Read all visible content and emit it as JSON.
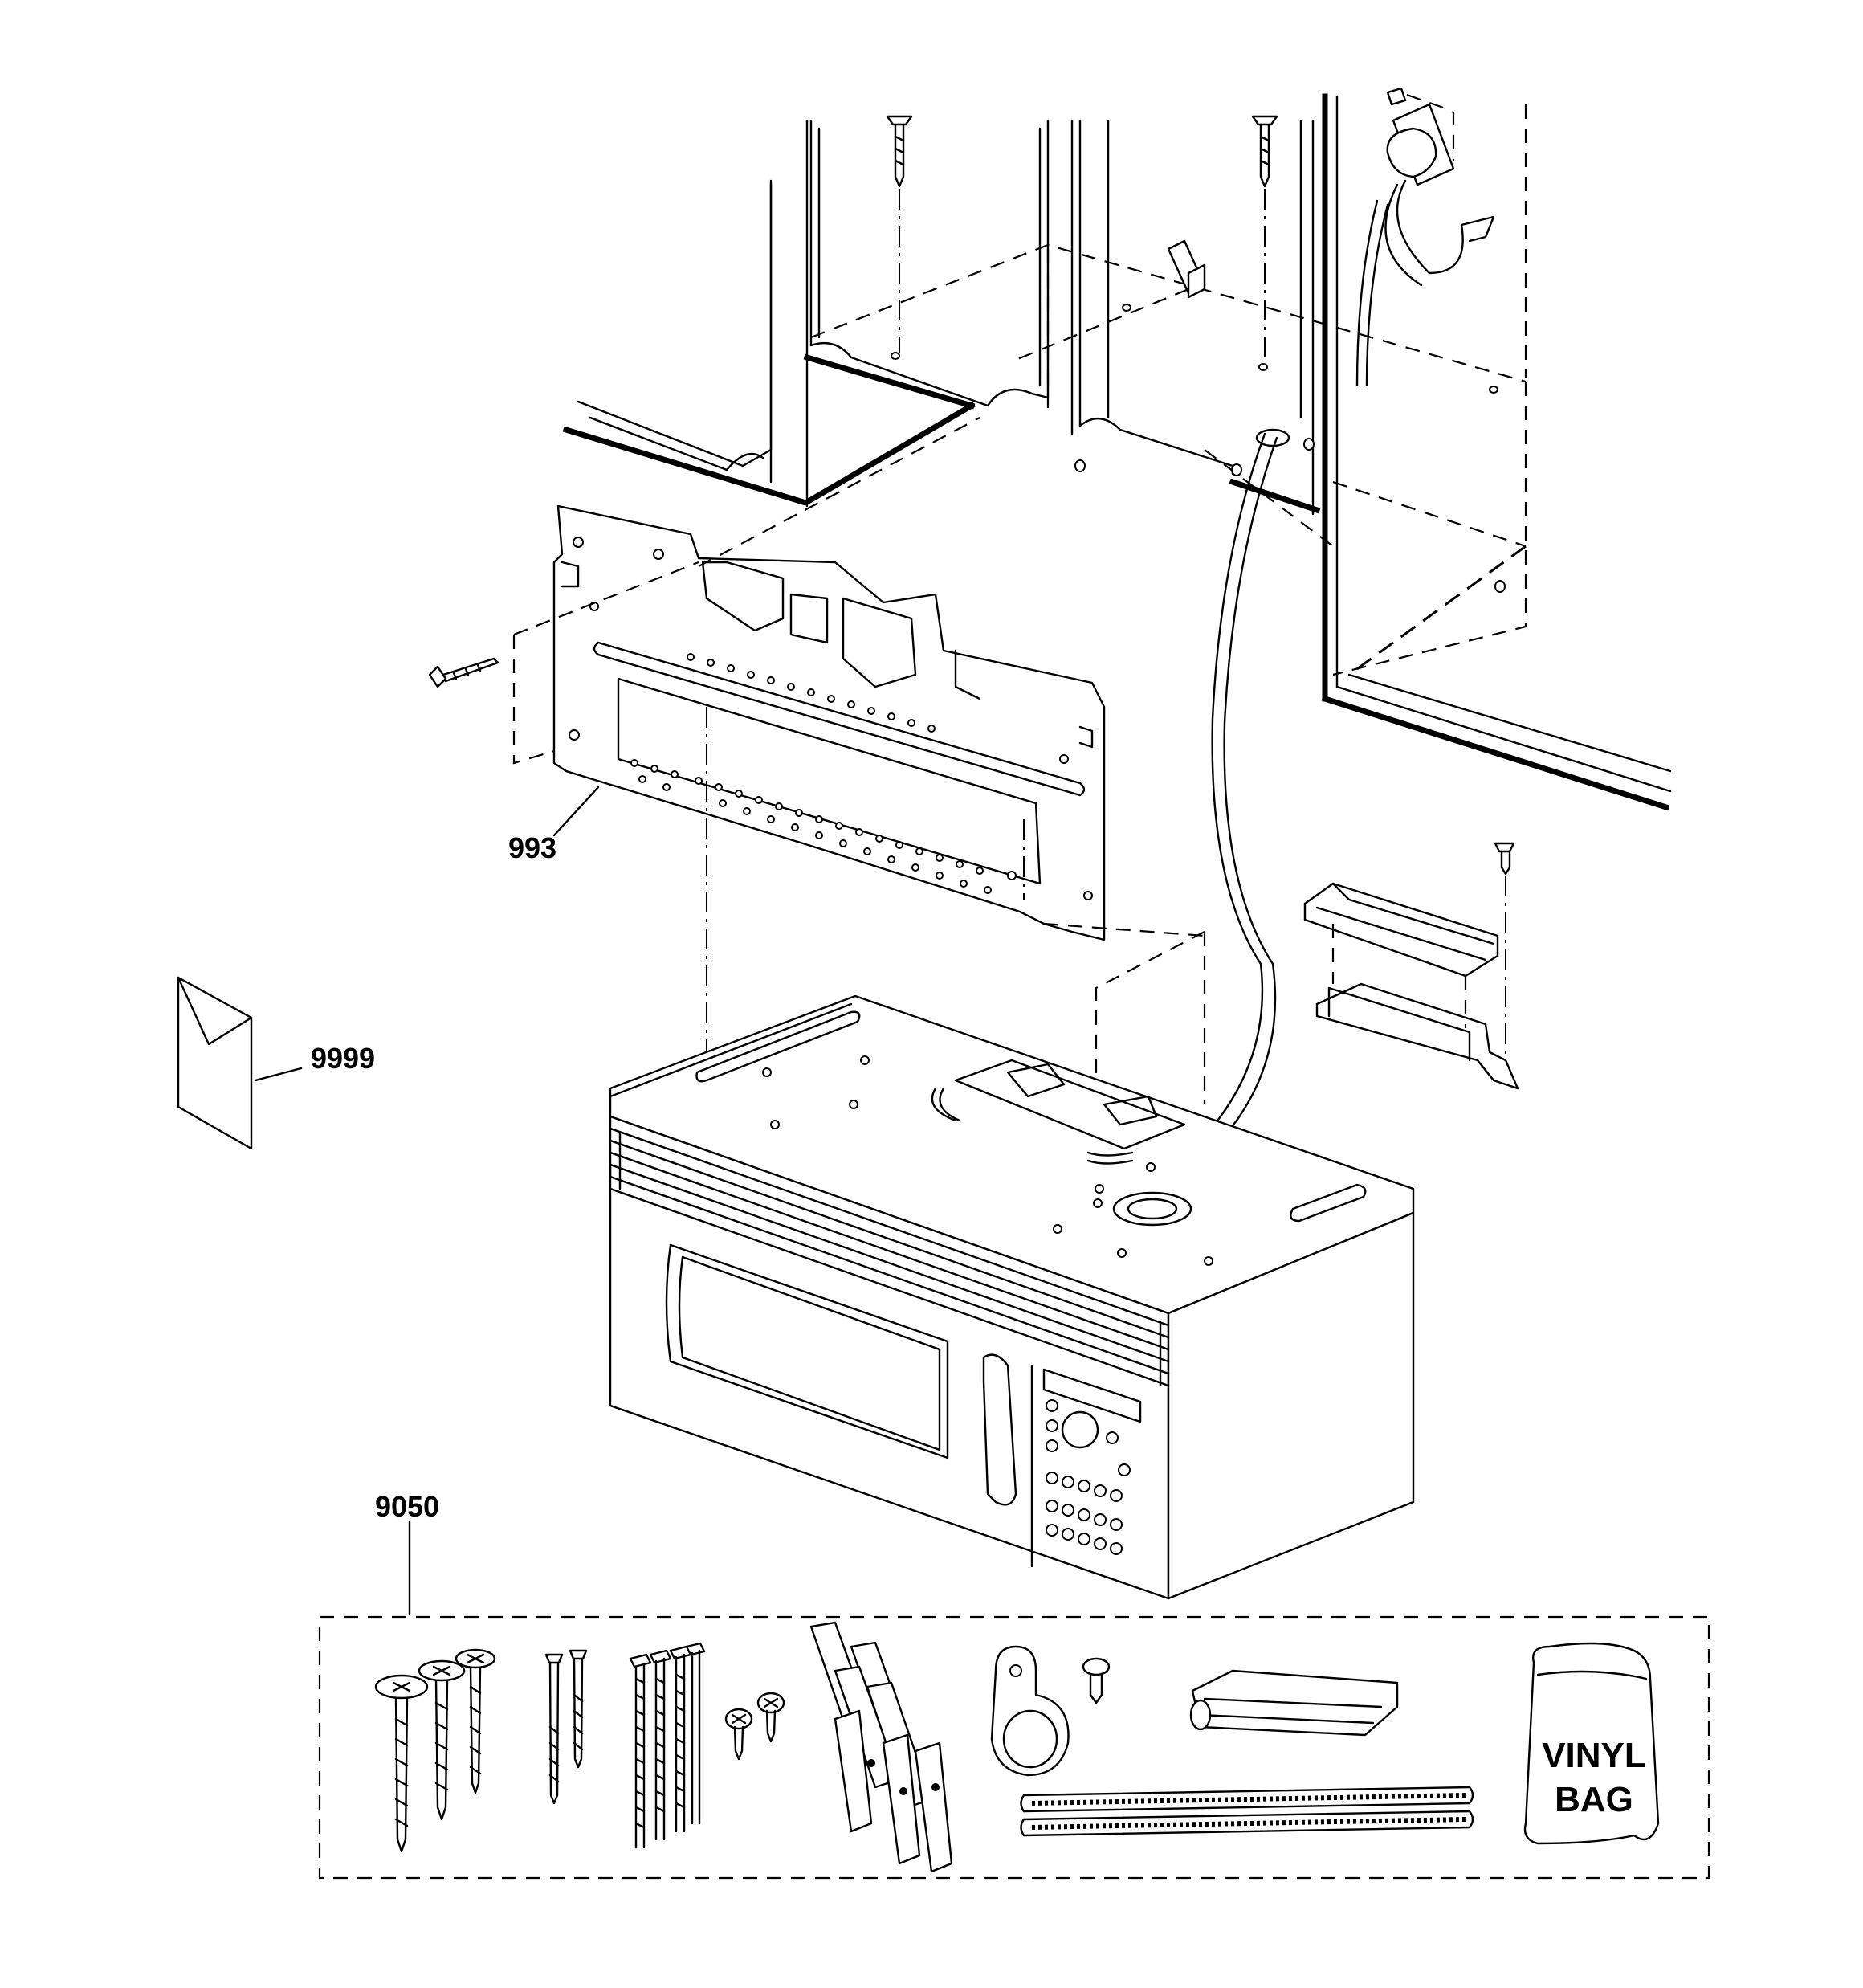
{
  "diagram": {
    "parts": [
      {
        "id": "part-993",
        "label": "993"
      },
      {
        "id": "part-9999",
        "label": "9999"
      },
      {
        "id": "part-9050",
        "label": "9050"
      }
    ],
    "vinyl_bag": {
      "line1": "VINYL",
      "line2": "BAG"
    }
  }
}
